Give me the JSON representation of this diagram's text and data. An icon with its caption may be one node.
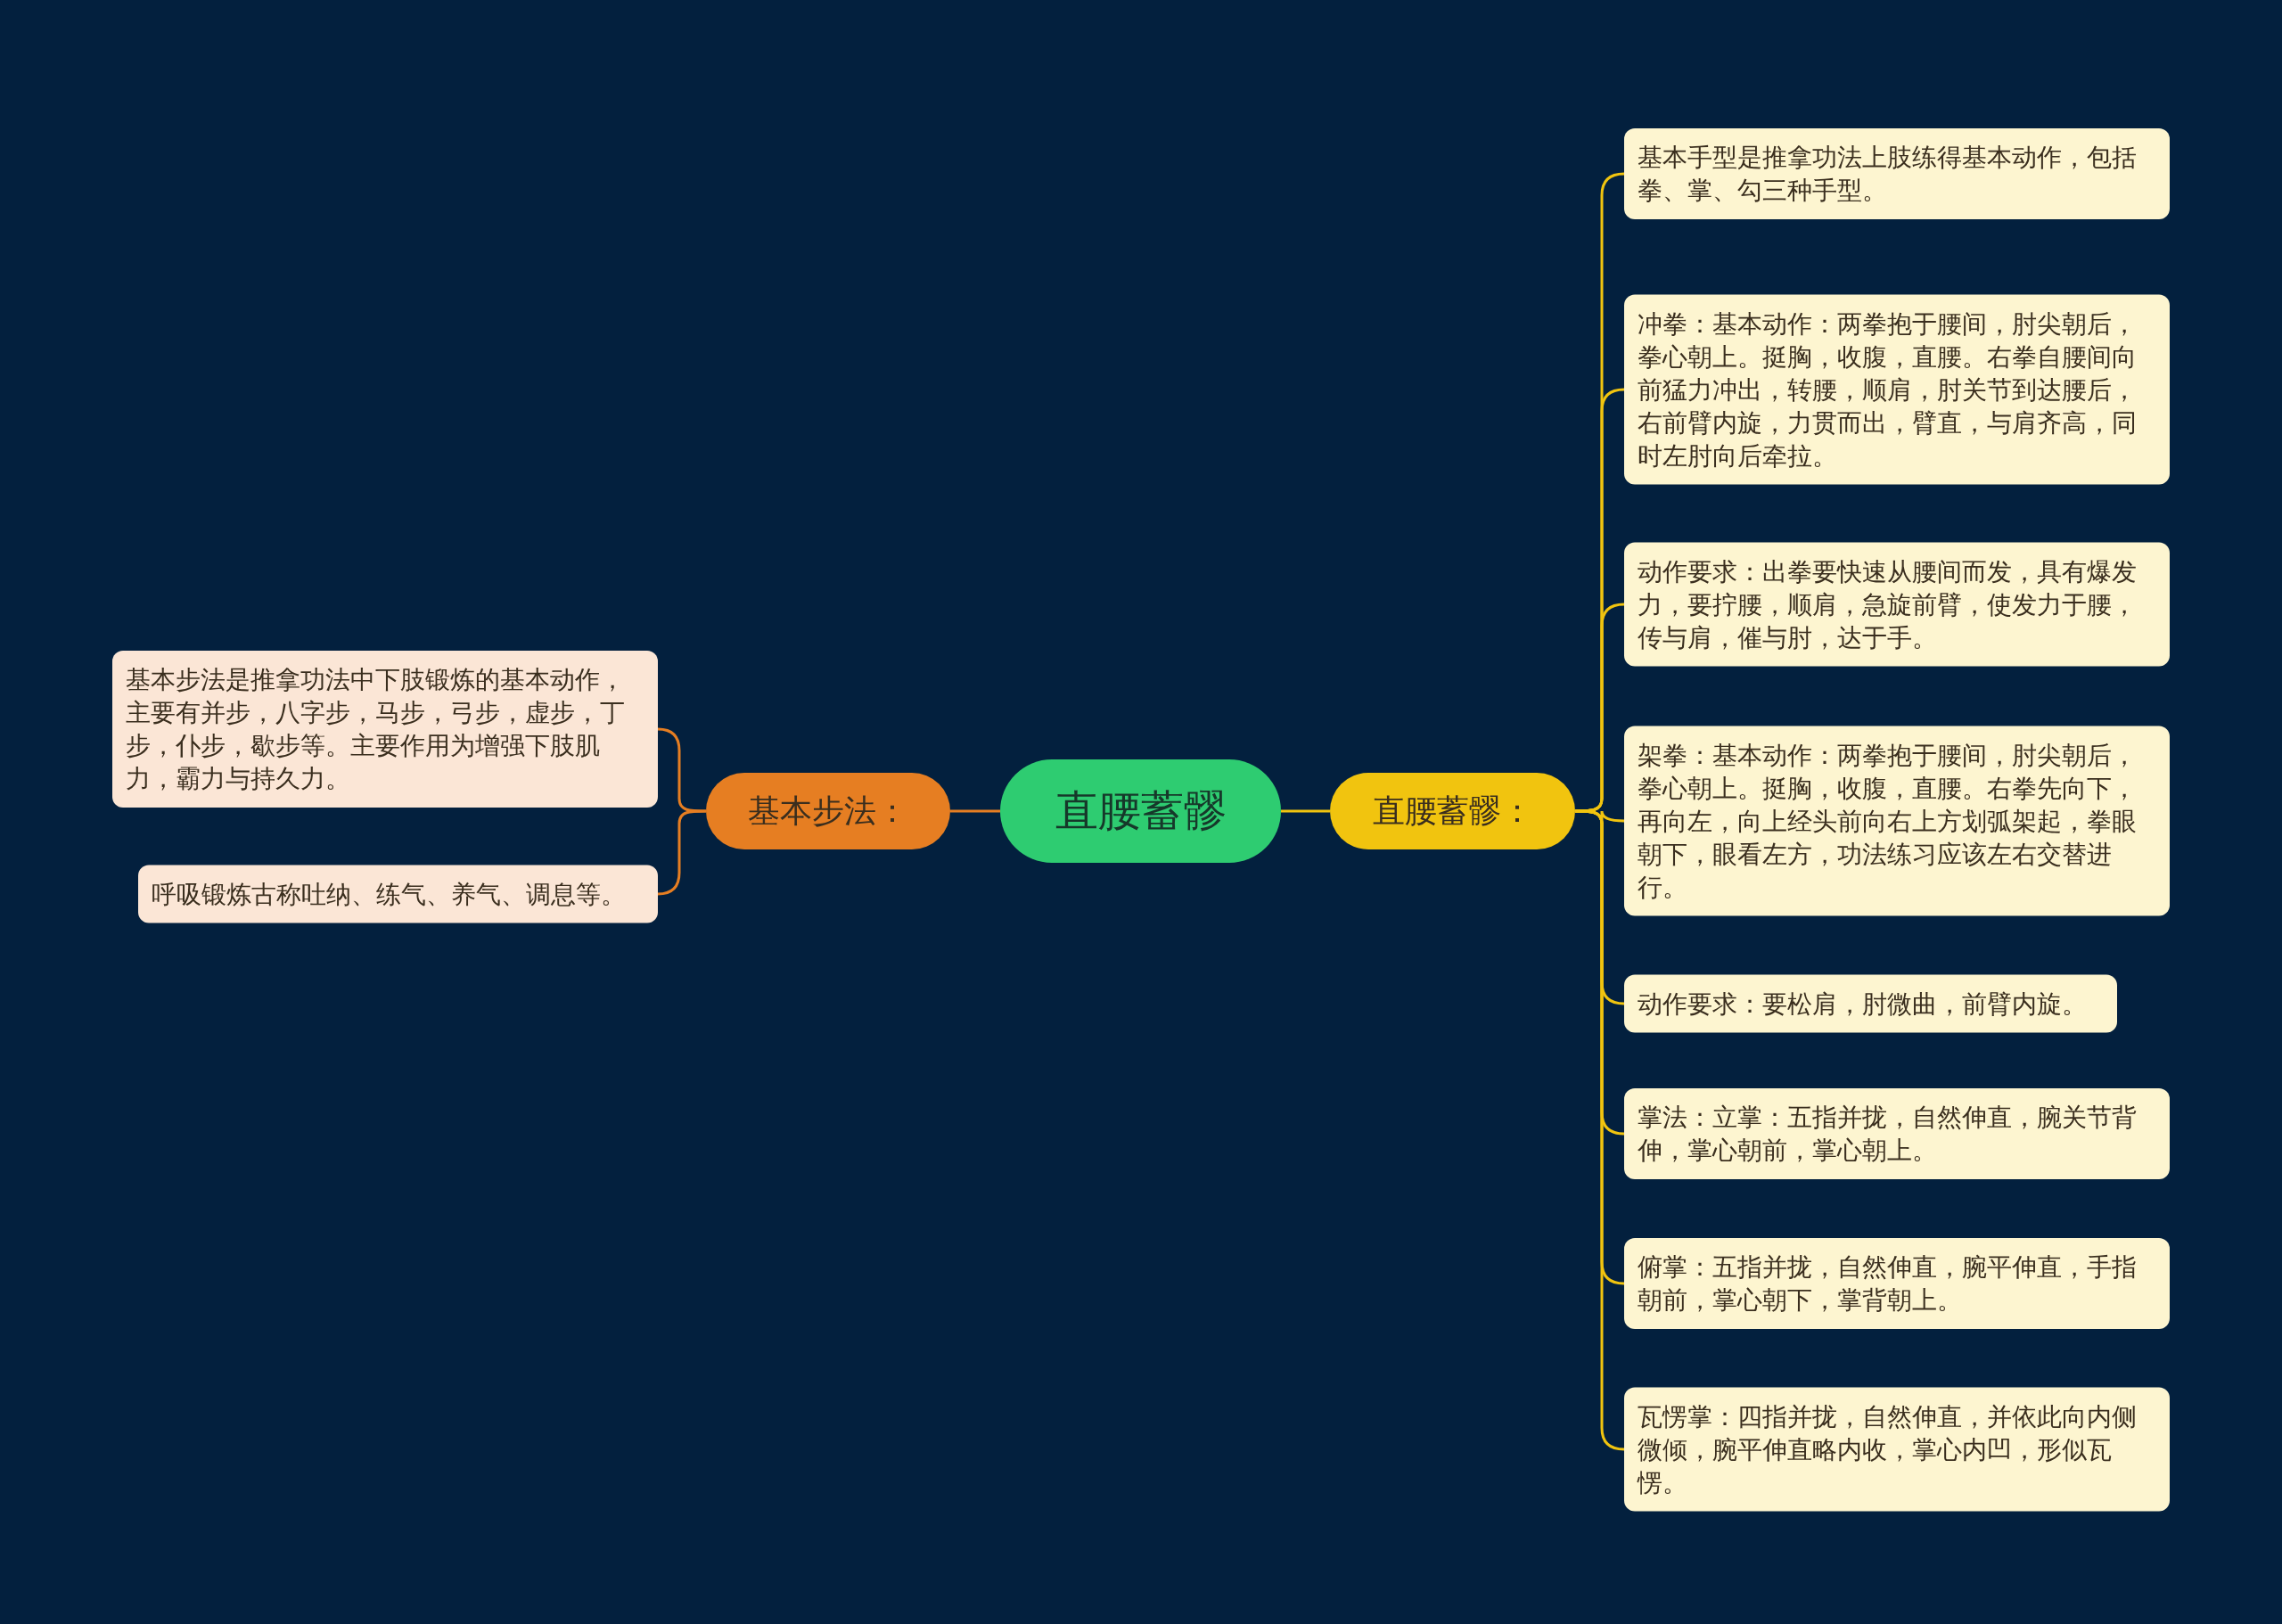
{
  "diagram": {
    "nodes": [
      {
        "text": [
          "直腰蓄髎"
        ]
      },
      {
        "text": [
          "直腰蓄髎："
        ]
      },
      {
        "text": [
          "基本手型是推拿功法上肢练得基本动作，包括拳、掌、勾三种手型。"
        ]
      },
      {
        "text": [
          "冲拳：基本动作：两拳抱于腰间，肘尖朝后，拳心朝上。挺胸，收腹，直腰。右拳自腰间向前猛力冲出，转腰，顺肩，肘关节到达腰后，右前臂内旋，力贯而出，臂直，与肩齐高，同时左肘向后牵拉。"
        ]
      },
      {
        "text": [
          "动作要求：出拳要快速从腰间而发，具有爆发力，要拧腰，顺肩，急旋前臂，使发力于腰，传与肩，催与肘，达于手。"
        ]
      },
      {
        "text": [
          "架拳：基本动作：两拳抱于腰间，肘尖朝后，拳心朝上。挺胸，收腹，直腰。右拳先向下，再向左，向上经头前向右上方划弧架起，拳眼朝下，眼看左方，功法练习应该左右交替进行。"
        ]
      },
      {
        "text": [
          "动作要求：要松肩，肘微曲，前臂内旋。"
        ]
      },
      {
        "text": [
          "掌法：立掌：五指并拢，自然伸直，腕关节背伸，掌心朝前，掌心朝上。"
        ]
      },
      {
        "text": [
          "俯掌：五指并拢，自然伸直，腕平伸直，手指朝前，掌心朝下，掌背朝上。"
        ]
      },
      {
        "text": [
          "瓦愣掌：四指并拢，自然伸直，并依此向内侧微倾，腕平伸直略内收，掌心内凹，形似瓦愣。"
        ]
      },
      {
        "text": [
          "基本步法："
        ]
      },
      {
        "text": [
          "基本步法是推拿功法中下肢锻炼的基本动作，主要有并步，八字步，马步，弓步，虚步，丁步，仆步，歇步等。主要作用为增强下肢肌力，霸力与持久力。"
        ]
      },
      {
        "text": [
          "呼吸锻炼古称吐纳、练气、养气、调息等。"
        ]
      }
    ],
    "edges": [
      {
        "from": 0,
        "to": 1,
        "arrow": "none"
      },
      {
        "from": 1,
        "to": 2,
        "arrow": "none"
      },
      {
        "from": 1,
        "to": 3,
        "arrow": "none"
      },
      {
        "from": 1,
        "to": 4,
        "arrow": "none"
      },
      {
        "from": 1,
        "to": 5,
        "arrow": "none"
      },
      {
        "from": 1,
        "to": 6,
        "arrow": "none"
      },
      {
        "from": 1,
        "to": 7,
        "arrow": "none"
      },
      {
        "from": 1,
        "to": 8,
        "arrow": "none"
      },
      {
        "from": 1,
        "to": 9,
        "arrow": "none"
      },
      {
        "from": 0,
        "to": 10,
        "arrow": "none",
        "color": "#e67e22"
      },
      {
        "from": 10,
        "to": 11,
        "arrow": "none",
        "color": "#e67e22"
      },
      {
        "from": 10,
        "to": 12,
        "arrow": "none",
        "color": "#e67e22"
      }
    ]
  }
}
